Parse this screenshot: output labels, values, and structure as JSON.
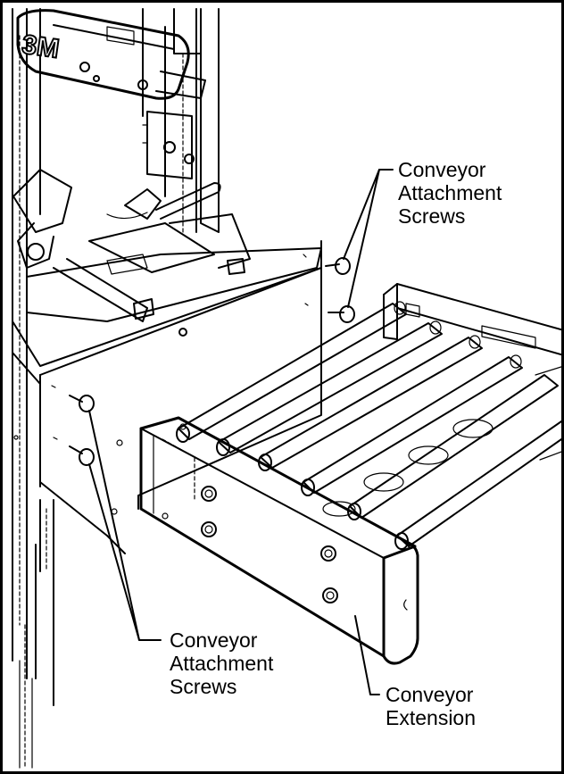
{
  "labels": {
    "top_right": [
      "Conveyor",
      "Attachment",
      "Screws"
    ],
    "bottom_left": [
      "Conveyor",
      "Attachment",
      "Screws"
    ],
    "bottom_right": [
      "Conveyor",
      "Extension"
    ]
  },
  "logo_text": "3M",
  "colors": {
    "ink": "#000000",
    "paper": "#ffffff"
  }
}
